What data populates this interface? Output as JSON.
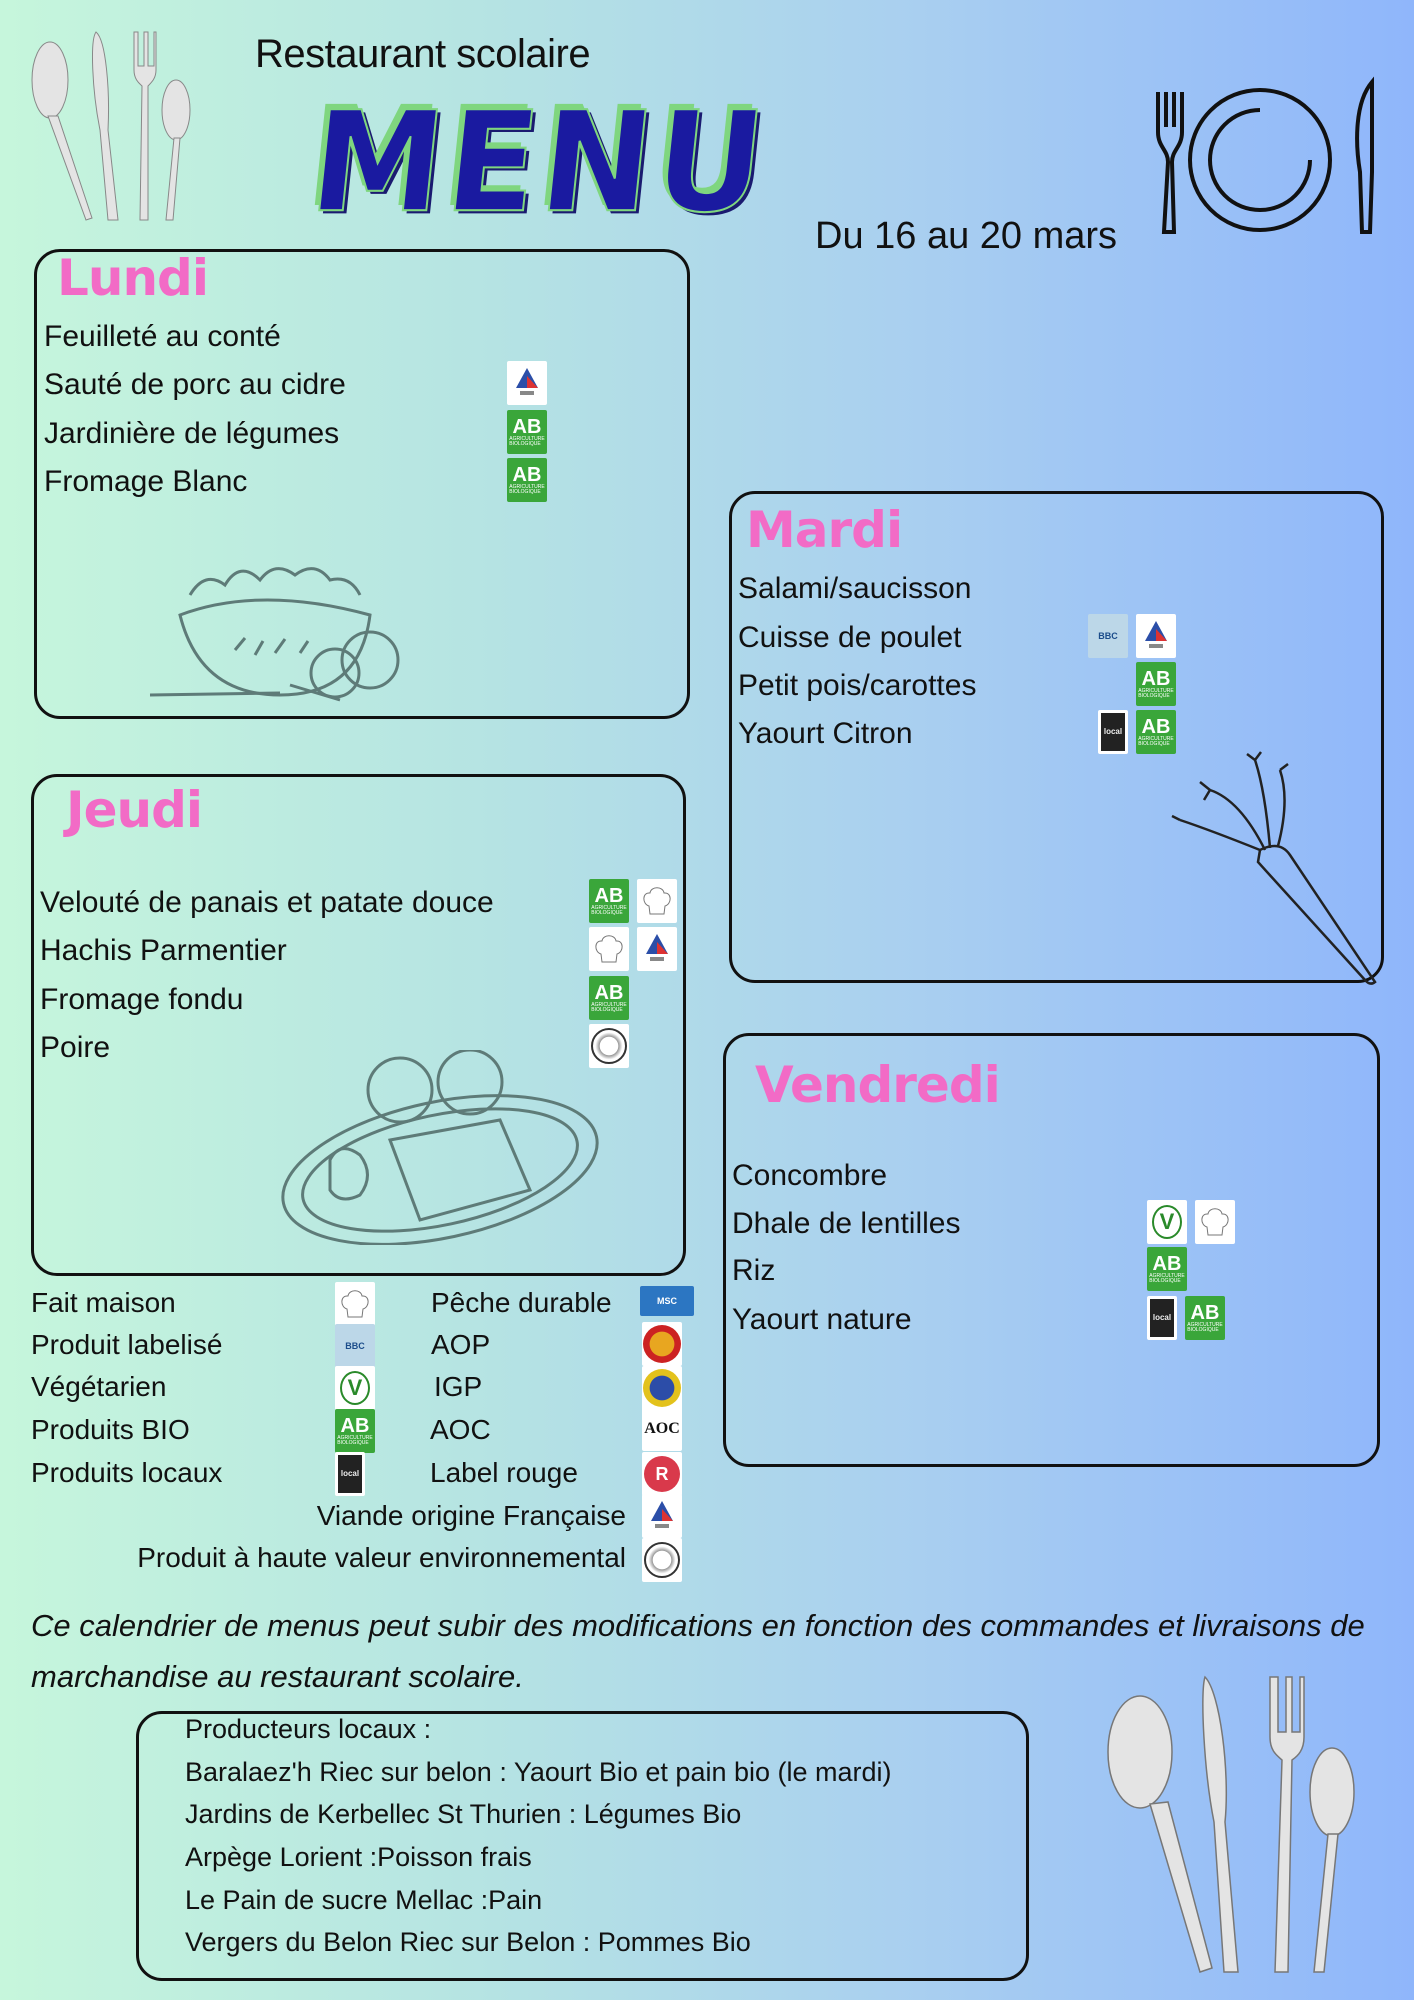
{
  "header": {
    "subtitle": "Restaurant scolaire",
    "title": "MENU",
    "dates": "Du 16 au 20 mars"
  },
  "days": {
    "lundi": {
      "name": "Lundi",
      "items": [
        {
          "label": "Feuilleté au conté",
          "icons": []
        },
        {
          "label": "Sauté de porc au cidre",
          "icons": [
            "viande-fr"
          ]
        },
        {
          "label": "Jardinière de légumes",
          "icons": [
            "bio"
          ]
        },
        {
          "label": "Fromage Blanc",
          "icons": [
            "bio"
          ]
        }
      ]
    },
    "mardi": {
      "name": "Mardi",
      "items": [
        {
          "label": "Salami/saucisson",
          "icons": []
        },
        {
          "label": "Cuisse de poulet",
          "icons": [
            "label",
            "viande-fr"
          ]
        },
        {
          "label": "Petit pois/carottes",
          "icons": [
            "bio"
          ]
        },
        {
          "label": "Yaourt Citron",
          "icons": [
            "local",
            "bio"
          ]
        }
      ]
    },
    "jeudi": {
      "name": "Jeudi",
      "items": [
        {
          "label": "Velouté de panais et patate douce",
          "icons": [
            "bio",
            "chef"
          ]
        },
        {
          "label": "Hachis Parmentier",
          "icons": [
            "chef",
            "viande-fr"
          ]
        },
        {
          "label": "Fromage fondu",
          "icons": [
            "bio"
          ]
        },
        {
          "label": "Poire",
          "icons": [
            "hve"
          ]
        }
      ]
    },
    "vendredi": {
      "name": "Vendredi",
      "items": [
        {
          "label": "Concombre",
          "icons": []
        },
        {
          "label": "Dhale de lentilles",
          "icons": [
            "veg",
            "chef"
          ]
        },
        {
          "label": "Riz",
          "icons": [
            "bio"
          ]
        },
        {
          "label": "Yaourt nature",
          "icons": [
            "local",
            "bio"
          ]
        }
      ]
    }
  },
  "legend": {
    "fait_maison": "Fait maison",
    "produit_labelise": "Produit labelisé",
    "vegetarien": "Végétarien",
    "bio": "Produits BIO",
    "locaux": "Produits locaux",
    "peche": "Pêche durable",
    "aop": "AOP",
    "igp": "IGP",
    "aoc": "AOC",
    "label_rouge": "Label rouge",
    "viande": "Viande origine Française",
    "hve": "Produit à haute valeur environnemental"
  },
  "note": "Ce calendrier de menus peut subir des modifications en fonction des commandes et livraisons de marchandise au restaurant scolaire.",
  "producers": {
    "title": "Producteurs locaux :",
    "lines": [
      "Baralaez'h Riec sur belon : Yaourt Bio et pain bio (le mardi)",
      "Jardins de Kerbellec St Thurien : Légumes Bio",
      "Arpège Lorient :Poisson frais",
      "Le Pain de sucre Mellac :Pain",
      "Vergers du Belon Riec sur Belon : Pommes Bio"
    ]
  },
  "colors": {
    "day_title": "#f26bc6",
    "menu_title": "#1a1aa0",
    "menu_outline": "#7fd67f"
  }
}
